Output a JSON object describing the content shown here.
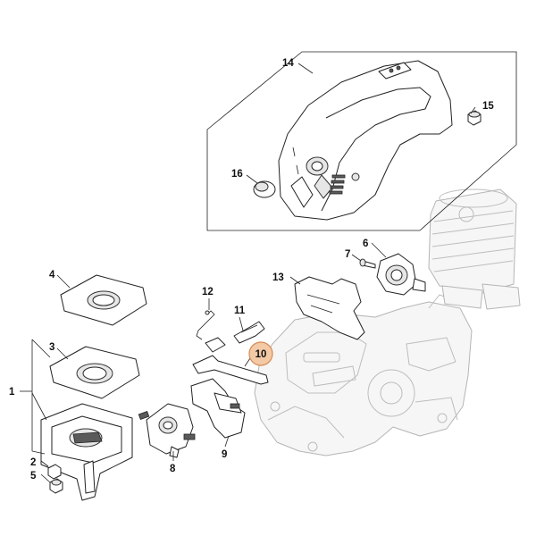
{
  "diagram": {
    "callouts": [
      {
        "id": "1",
        "text": "1"
      },
      {
        "id": "2",
        "text": "2"
      },
      {
        "id": "3",
        "text": "3"
      },
      {
        "id": "4",
        "text": "4"
      },
      {
        "id": "5",
        "text": "5"
      },
      {
        "id": "6",
        "text": "6"
      },
      {
        "id": "7",
        "text": "7"
      },
      {
        "id": "8",
        "text": "8"
      },
      {
        "id": "9",
        "text": "9"
      },
      {
        "id": "10",
        "text": "10",
        "highlighted": true
      },
      {
        "id": "11",
        "text": "11"
      },
      {
        "id": "12",
        "text": "12"
      },
      {
        "id": "13",
        "text": "13"
      },
      {
        "id": "14",
        "text": "14"
      },
      {
        "id": "15",
        "text": "15"
      },
      {
        "id": "16",
        "text": "16"
      }
    ],
    "colors": {
      "highlight_fill": "#f3c9a6",
      "highlight_stroke": "#d58a52",
      "line": "#222222",
      "ghost": "#b5b5b5"
    }
  }
}
